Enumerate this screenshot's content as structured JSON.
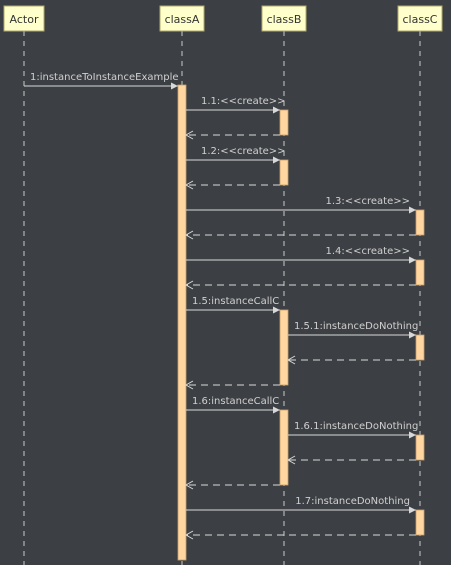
{
  "lifelines": [
    {
      "id": "actor",
      "label": "Actor"
    },
    {
      "id": "classA",
      "label": "classA"
    },
    {
      "id": "classB",
      "label": "classB"
    },
    {
      "id": "classC",
      "label": "classC"
    }
  ],
  "messages": [
    {
      "label": "1:instanceToInstanceExample",
      "from": "actor",
      "to": "classA",
      "kind": "call"
    },
    {
      "label": "1.1:<<create>>",
      "from": "classA",
      "to": "classB",
      "kind": "call"
    },
    {
      "label": "",
      "from": "classB",
      "to": "classA",
      "kind": "return"
    },
    {
      "label": "1.2:<<create>>",
      "from": "classA",
      "to": "classB",
      "kind": "call"
    },
    {
      "label": "",
      "from": "classB",
      "to": "classA",
      "kind": "return"
    },
    {
      "label": "1.3:<<create>>",
      "from": "classA",
      "to": "classC",
      "kind": "call"
    },
    {
      "label": "",
      "from": "classC",
      "to": "classA",
      "kind": "return"
    },
    {
      "label": "1.4:<<create>>",
      "from": "classA",
      "to": "classC",
      "kind": "call"
    },
    {
      "label": "",
      "from": "classC",
      "to": "classA",
      "kind": "return"
    },
    {
      "label": "1.5:instanceCallC",
      "from": "classA",
      "to": "classB",
      "kind": "call"
    },
    {
      "label": "1.5.1:instanceDoNothing",
      "from": "classB",
      "to": "classC",
      "kind": "call"
    },
    {
      "label": "",
      "from": "classC",
      "to": "classB",
      "kind": "return"
    },
    {
      "label": "",
      "from": "classB",
      "to": "classA",
      "kind": "return"
    },
    {
      "label": "1.6:instanceCallC",
      "from": "classA",
      "to": "classB",
      "kind": "call"
    },
    {
      "label": "1.6.1:instanceDoNothing",
      "from": "classB",
      "to": "classC",
      "kind": "call"
    },
    {
      "label": "",
      "from": "classC",
      "to": "classB",
      "kind": "return"
    },
    {
      "label": "",
      "from": "classB",
      "to": "classA",
      "kind": "return"
    },
    {
      "label": "1.7:instanceDoNothing",
      "from": "classA",
      "to": "classC",
      "kind": "call"
    },
    {
      "label": "",
      "from": "classC",
      "to": "classA",
      "kind": "return"
    }
  ],
  "colors": {
    "background": "#3c3f43",
    "header_fill": "#ffffcc",
    "header_stroke": "#b3a86a",
    "header_text": "#333333",
    "activation_fill": "#ffd5a0",
    "activation_stroke": "#c8a070",
    "line": "#d8d8d8",
    "lifeline": "#c8c8c8",
    "label": "#d0d0d0"
  }
}
